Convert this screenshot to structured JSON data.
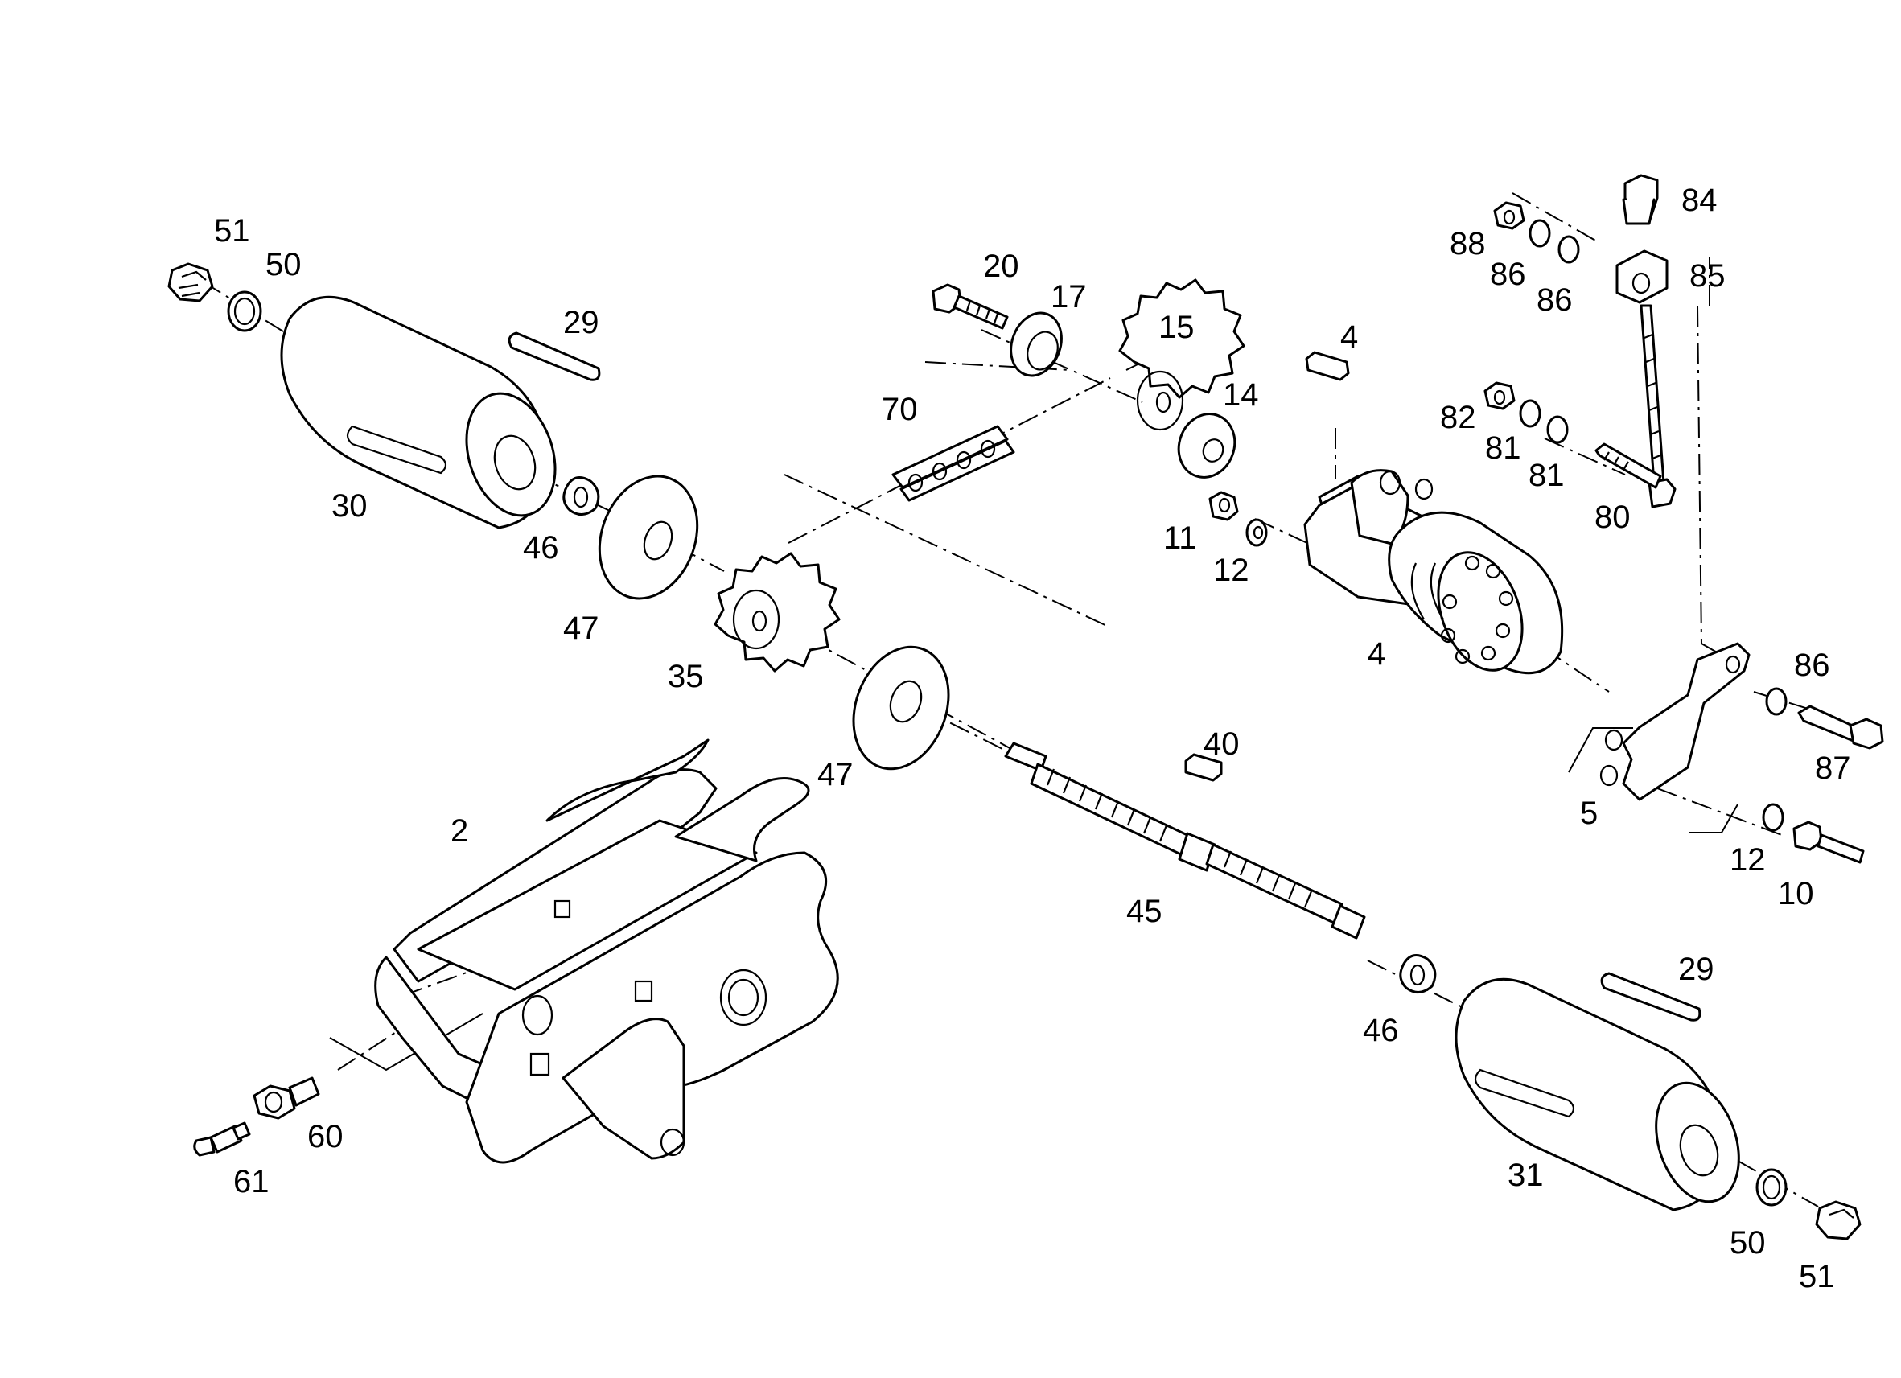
{
  "colors": {
    "ink": "#000000",
    "paper": "#ffffff"
  },
  "callouts": [
    {
      "id": "p51a",
      "text": "51"
    },
    {
      "id": "p50a",
      "text": "50"
    },
    {
      "id": "p29a",
      "text": "29"
    },
    {
      "id": "p30",
      "text": "30"
    },
    {
      "id": "p46a",
      "text": "46"
    },
    {
      "id": "p47a",
      "text": "47"
    },
    {
      "id": "p20",
      "text": "20"
    },
    {
      "id": "p17",
      "text": "17"
    },
    {
      "id": "p15",
      "text": "15"
    },
    {
      "id": "p70",
      "text": "70"
    },
    {
      "id": "p35",
      "text": "35"
    },
    {
      "id": "p14",
      "text": "14"
    },
    {
      "id": "p4a",
      "text": "4"
    },
    {
      "id": "p11",
      "text": "11"
    },
    {
      "id": "p12a",
      "text": "12"
    },
    {
      "id": "p4b",
      "text": "4"
    },
    {
      "id": "p88",
      "text": "88"
    },
    {
      "id": "p86a",
      "text": "86"
    },
    {
      "id": "p86b",
      "text": "86"
    },
    {
      "id": "p84",
      "text": "84"
    },
    {
      "id": "p85",
      "text": "85"
    },
    {
      "id": "p82",
      "text": "82"
    },
    {
      "id": "p81a",
      "text": "81"
    },
    {
      "id": "p81b",
      "text": "81"
    },
    {
      "id": "p80",
      "text": "80"
    },
    {
      "id": "p86c",
      "text": "86"
    },
    {
      "id": "p87",
      "text": "87"
    },
    {
      "id": "p5",
      "text": "5"
    },
    {
      "id": "p12b",
      "text": "12"
    },
    {
      "id": "p10",
      "text": "10"
    },
    {
      "id": "p47b",
      "text": "47"
    },
    {
      "id": "p40",
      "text": "40"
    },
    {
      "id": "p2",
      "text": "2"
    },
    {
      "id": "p45",
      "text": "45"
    },
    {
      "id": "p46b",
      "text": "46"
    },
    {
      "id": "p29b",
      "text": "29"
    },
    {
      "id": "p31",
      "text": "31"
    },
    {
      "id": "p50b",
      "text": "50"
    },
    {
      "id": "p51b",
      "text": "51"
    },
    {
      "id": "p60",
      "text": "60"
    },
    {
      "id": "p61",
      "text": "61"
    }
  ]
}
